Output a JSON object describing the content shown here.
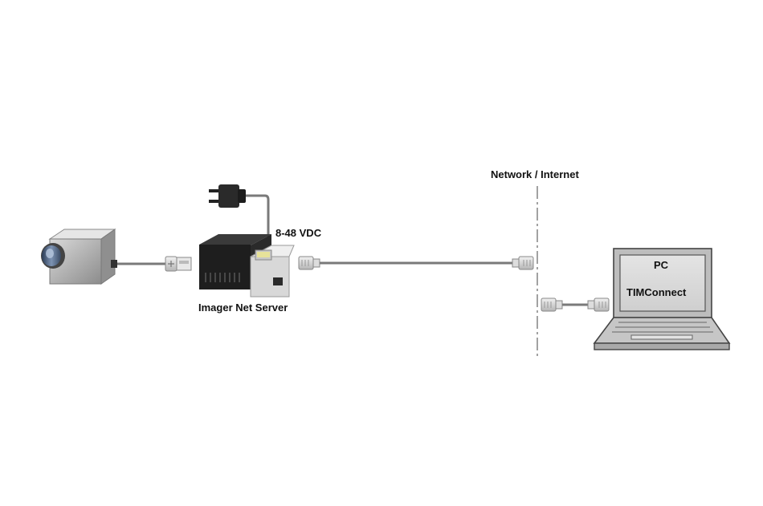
{
  "labels": {
    "network": "Network / Internet",
    "voltage": "8-48 VDC",
    "server": "Imager Net Server",
    "pc": "PC",
    "software": "TIMConnect"
  },
  "icons": {
    "camera": "thermal-camera-icon",
    "usb_plug": "usb-plug-icon",
    "power_plug": "power-plug-icon",
    "server": "net-server-device-icon",
    "rj45": "rj45-connector-icon",
    "laptop": "laptop-icon"
  },
  "colors": {
    "line": "#7a7a7a",
    "device_dark": "#1e1e1e",
    "device_grey": "#9a9a9a",
    "divider": "#8a8a8a"
  }
}
